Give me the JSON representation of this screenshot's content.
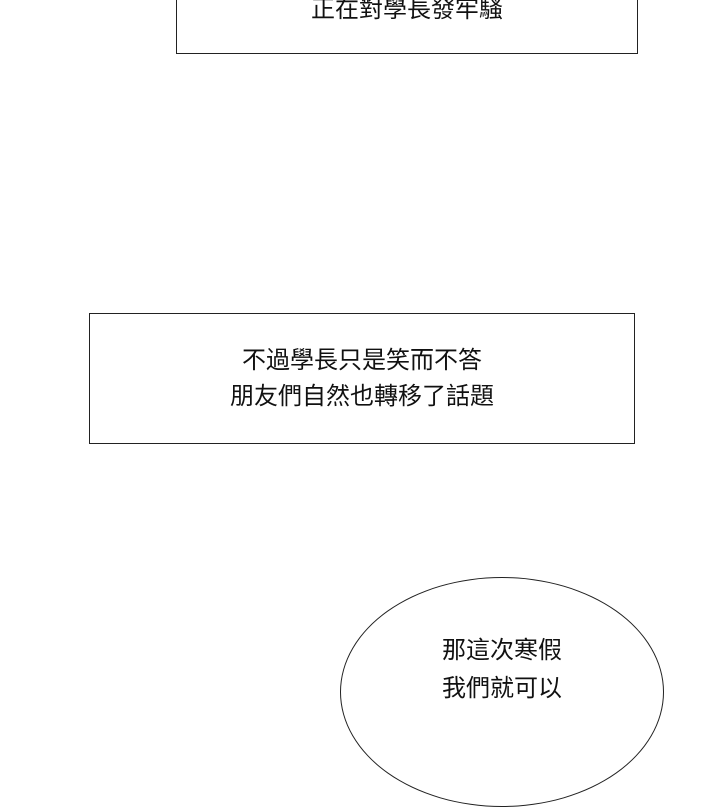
{
  "panels": [
    {
      "lines": [
        "正在對學長發牢騷"
      ]
    },
    {
      "lines": [
        "不過學長只是笑而不答",
        "朋友們自然也轉移了話題"
      ]
    }
  ],
  "speech_bubble": {
    "lines": [
      "那這次寒假",
      "我們就可以"
    ]
  }
}
